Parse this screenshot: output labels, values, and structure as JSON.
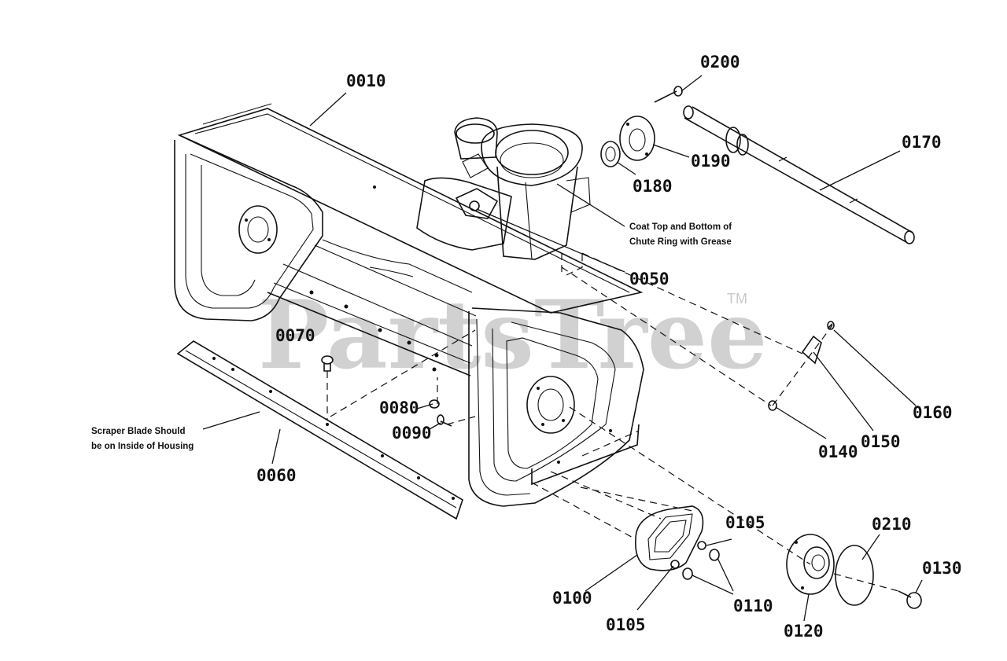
{
  "watermark": {
    "text": "PartsTree",
    "trademark": "TM"
  },
  "parts": [
    {
      "id": "0010",
      "label": "0010"
    },
    {
      "id": "0200",
      "label": "0200"
    },
    {
      "id": "0170",
      "label": "0170"
    },
    {
      "id": "0190",
      "label": "0190"
    },
    {
      "id": "0180",
      "label": "0180"
    },
    {
      "id": "0050",
      "label": "0050"
    },
    {
      "id": "0070",
      "label": "0070"
    },
    {
      "id": "0160",
      "label": "0160"
    },
    {
      "id": "0080",
      "label": "0080"
    },
    {
      "id": "0090",
      "label": "0090"
    },
    {
      "id": "0150",
      "label": "0150"
    },
    {
      "id": "0140",
      "label": "0140"
    },
    {
      "id": "0060",
      "label": "0060"
    },
    {
      "id": "0105a",
      "label": "0105"
    },
    {
      "id": "0210",
      "label": "0210"
    },
    {
      "id": "0130",
      "label": "0130"
    },
    {
      "id": "0100",
      "label": "0100"
    },
    {
      "id": "0110",
      "label": "0110"
    },
    {
      "id": "0105b",
      "label": "0105"
    },
    {
      "id": "0120",
      "label": "0120"
    }
  ],
  "notes": {
    "chute_ring": [
      "Coat Top and Bottom of",
      "Chute Ring with Grease"
    ],
    "scraper_blade": [
      "Scraper Blade Should",
      "be on Inside of Housing"
    ]
  }
}
